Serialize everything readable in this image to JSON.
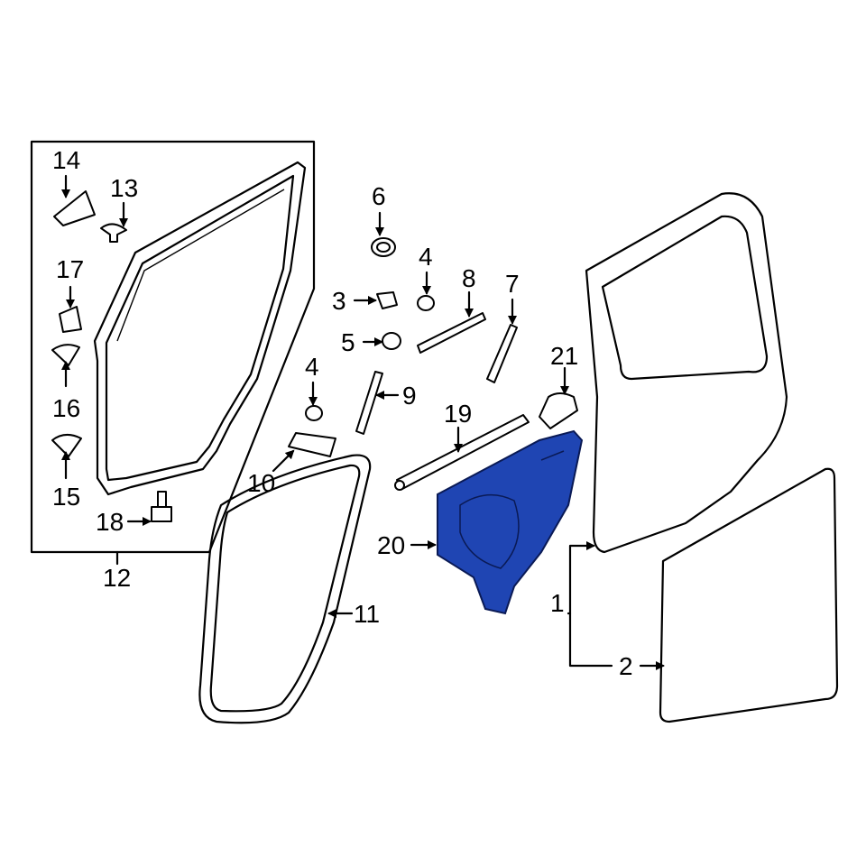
{
  "diagram": {
    "highlight_color": "#1f45b3",
    "highlighted_part": "20",
    "callouts": {
      "c1": "1",
      "c2": "2",
      "c3": "3",
      "c4a": "4",
      "c4b": "4",
      "c5": "5",
      "c6": "6",
      "c7": "7",
      "c8": "8",
      "c9": "9",
      "c10": "10",
      "c11": "11",
      "c12": "12",
      "c13": "13",
      "c14": "14",
      "c15": "15",
      "c16": "16",
      "c17": "17",
      "c18": "18",
      "c19": "19",
      "c20": "20",
      "c21": "21"
    }
  }
}
